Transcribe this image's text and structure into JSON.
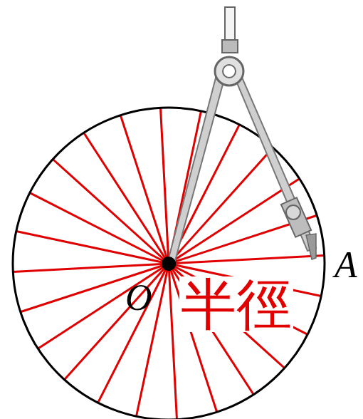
{
  "diagram": {
    "labels": [
      "O",
      "A",
      "半徑"
    ]
  }
}
